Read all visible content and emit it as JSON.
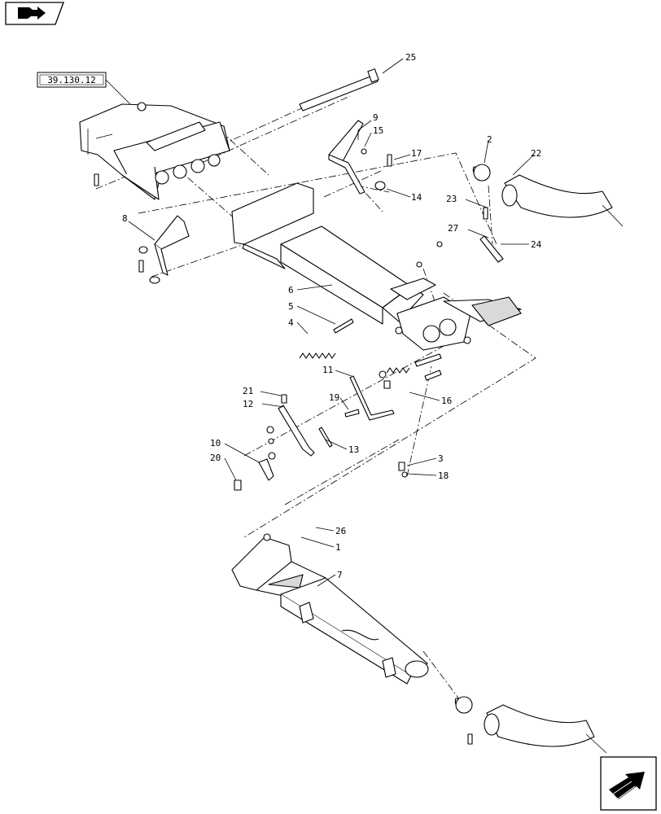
{
  "reference_box": {
    "label": "39.130.12"
  },
  "callouts": {
    "c1": "1",
    "c2": "2",
    "c3": "3",
    "c4": "4",
    "c5": "5",
    "c6": "6",
    "c7": "7",
    "c8": "8",
    "c9": "9",
    "c10": "10",
    "c11": "11",
    "c12": "12",
    "c13": "13",
    "c14": "14",
    "c15": "15",
    "c16": "16",
    "c17": "17",
    "c18": "18",
    "c19": "19",
    "c20": "20",
    "c21": "21",
    "c22": "22",
    "c23": "23",
    "c24": "24",
    "c25": "25",
    "c26": "26",
    "c27": "27"
  },
  "icons": {
    "top_left": "book-arrow-icon",
    "bottom_right": "next-page-arrow-icon"
  }
}
